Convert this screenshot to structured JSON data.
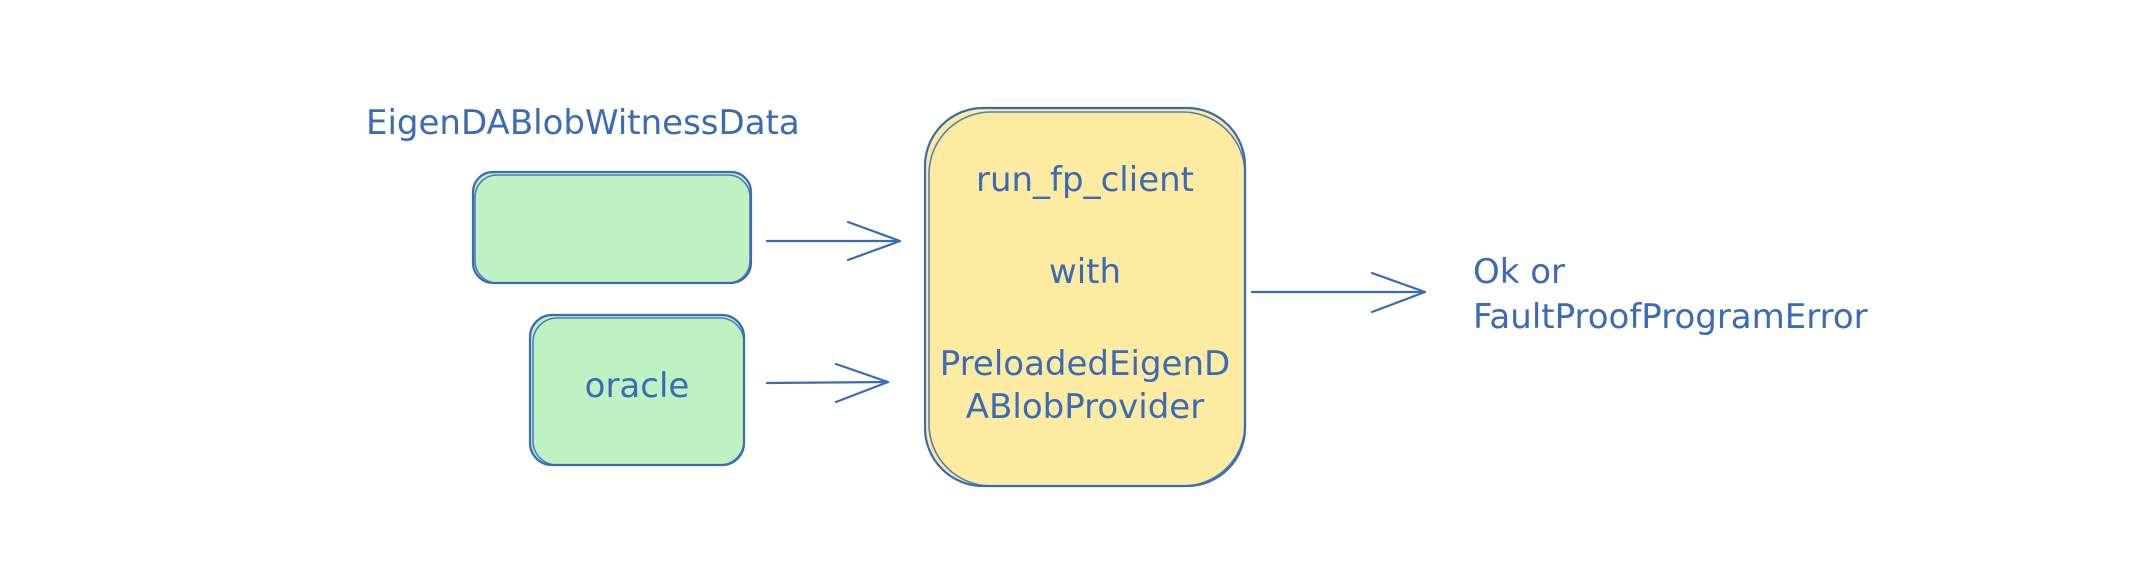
{
  "diagram": {
    "witness_label": "EigenDABlobWitnessData",
    "oracle_label": "oracle",
    "process": {
      "line1": "run_fp_client",
      "line2": "with",
      "line3": "PreloadedEigenD",
      "line4": "ABlobProvider"
    },
    "result": {
      "line1": "Ok or",
      "line2": "FaultProofProgramError"
    }
  },
  "colors": {
    "stroke": "#3a6ab8",
    "green_fill": "#bff1c2",
    "yellow_fill": "#fdeba1",
    "text": "#3a6ab8"
  }
}
